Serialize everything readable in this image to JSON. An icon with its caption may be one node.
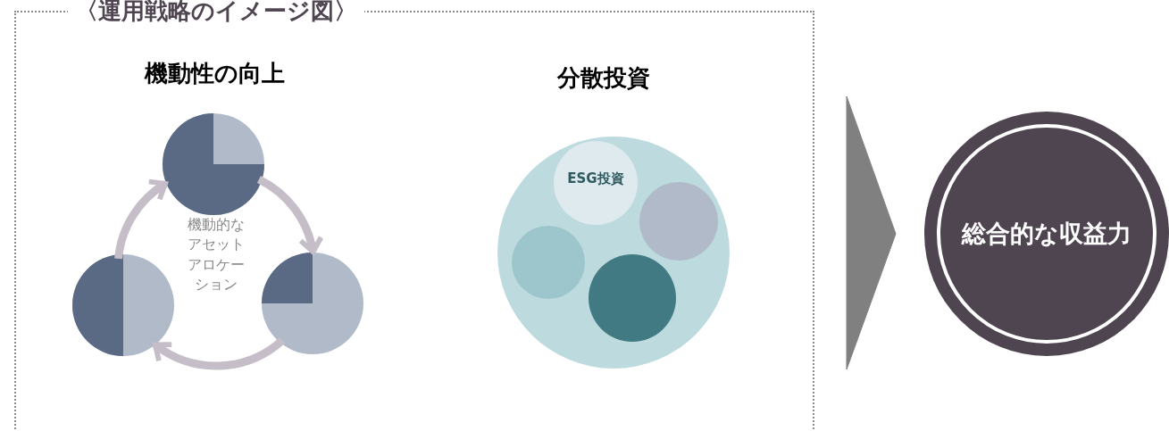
{
  "diagram": {
    "nodes": [
      {
        "text": [
          "〈運用戦略のイメージ図〉"
        ]
      },
      {
        "text": [],
        "shape": "circle",
        "in": 0
      },
      {
        "text": [],
        "shape": "circle",
        "in": 0
      },
      {
        "text": [],
        "shape": "circle",
        "in": 0
      },
      {
        "text": [],
        "shape": "circle",
        "in": 0
      },
      {
        "text": [
          "ESG投資"
        ],
        "in": 4
      },
      {
        "text": [],
        "shape": "circle",
        "in": 4
      },
      {
        "text": [],
        "shape": "circle",
        "in": 4
      },
      {
        "text": [],
        "shape": "circle",
        "in": 4
      },
      {
        "text": [
          "総合的な収益力"
        ]
      }
    ],
    "edges": [
      {
        "from": 1,
        "to": 2,
        "arrow": "to"
      },
      {
        "from": 2,
        "to": 3,
        "arrow": "to"
      },
      {
        "from": 3,
        "to": 1,
        "arrow": "to"
      },
      {
        "from": 0,
        "to": 9,
        "arrow": "to",
        "color": "#808080"
      }
    ],
    "labels": [
      "機動性の向上",
      "分散投資",
      "機動的なアセットアロケーション"
    ]
  }
}
